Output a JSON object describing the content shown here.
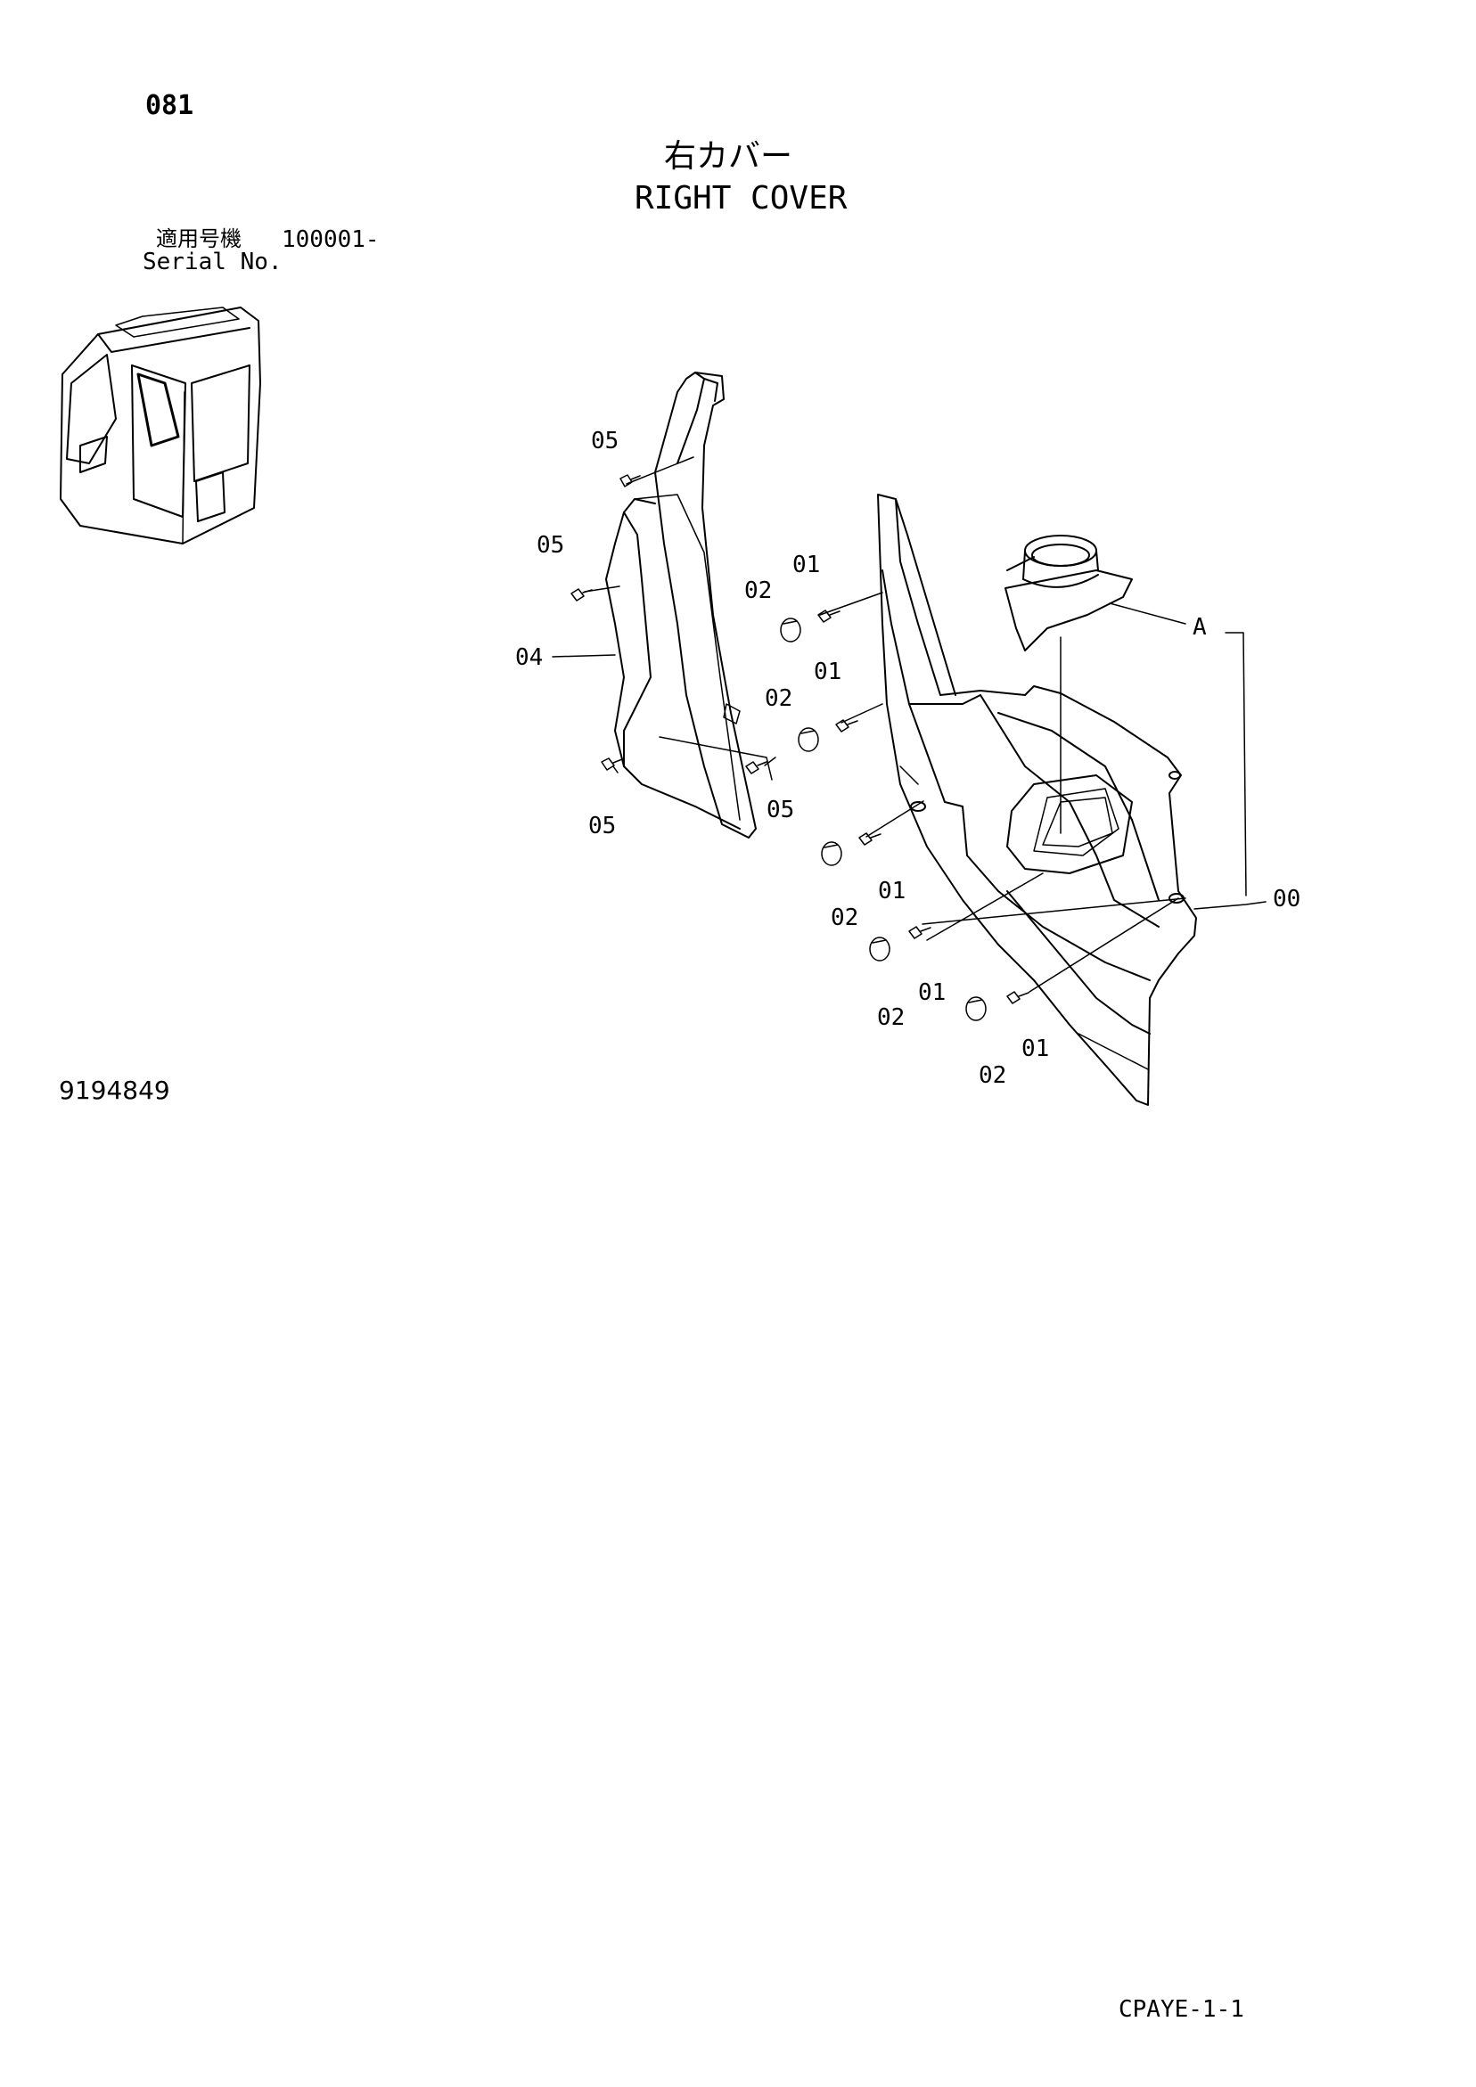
{
  "header": {
    "page_number": "081",
    "title_jp": "右カバー",
    "title_en": "RIGHT COVER",
    "serial_label_jp": "適用号機",
    "serial_value": "100001-",
    "serial_label_en": "Serial No."
  },
  "callouts": {
    "c05a": "05",
    "c05b": "05",
    "c05c": "05",
    "c05d": "05",
    "c04": "04",
    "c02a": "02",
    "c01a": "01",
    "c02b": "02",
    "c01b": "01",
    "c01c": "01",
    "c02c": "02",
    "c01d": "01",
    "c02d": "02",
    "c01e": "01",
    "c02e": "02",
    "cA": "A",
    "c00": "00"
  },
  "footer": {
    "drawing_number": "9194849",
    "page_code": "CPAYE-1-1"
  }
}
